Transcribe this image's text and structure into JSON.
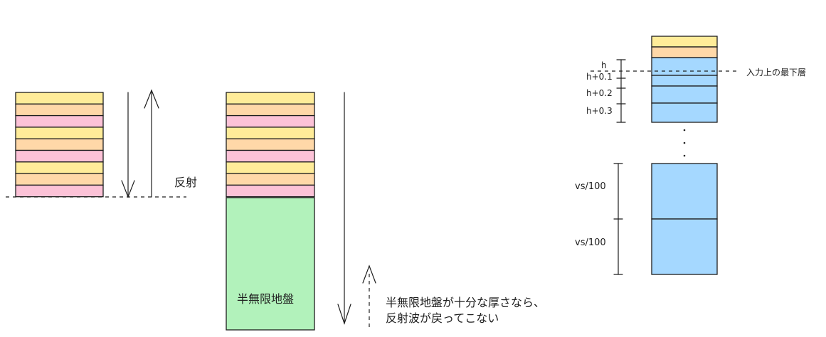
{
  "colors": {
    "yellow": "#ffec99",
    "orange": "#ffd8a8",
    "pink": "#fcc2d7",
    "green": "#b2f2bb",
    "blue": "#a5d8ff",
    "stroke": "#1e1e1e"
  },
  "left_diagram": {
    "layers": [
      "yellow",
      "orange",
      "pink",
      "yellow",
      "orange",
      "pink",
      "yellow",
      "orange",
      "pink"
    ],
    "label": "反射"
  },
  "middle_diagram": {
    "layers": [
      "yellow",
      "orange",
      "pink",
      "yellow",
      "orange",
      "pink",
      "yellow",
      "orange",
      "pink"
    ],
    "halfspace_label": "半無限地盤",
    "note_line1": "半無限地盤が十分な厚さなら、",
    "note_line2": "反射波が戻ってこない"
  },
  "right_diagram": {
    "top_layers": [
      "yellow",
      "orange"
    ],
    "blue_layers": [
      "blue",
      "blue",
      "blue"
    ],
    "bottom_layers": [
      "blue",
      "blue"
    ],
    "dim_h": "h",
    "dim_h01": "h+0.1",
    "dim_h02": "h+0.2",
    "dim_h03": "h+0.3",
    "dim_vs1": "vs/100",
    "dim_vs2": "vs/100",
    "bottom_input_label": "入力上の最下層",
    "ellipsis": "·\n·\n·"
  }
}
